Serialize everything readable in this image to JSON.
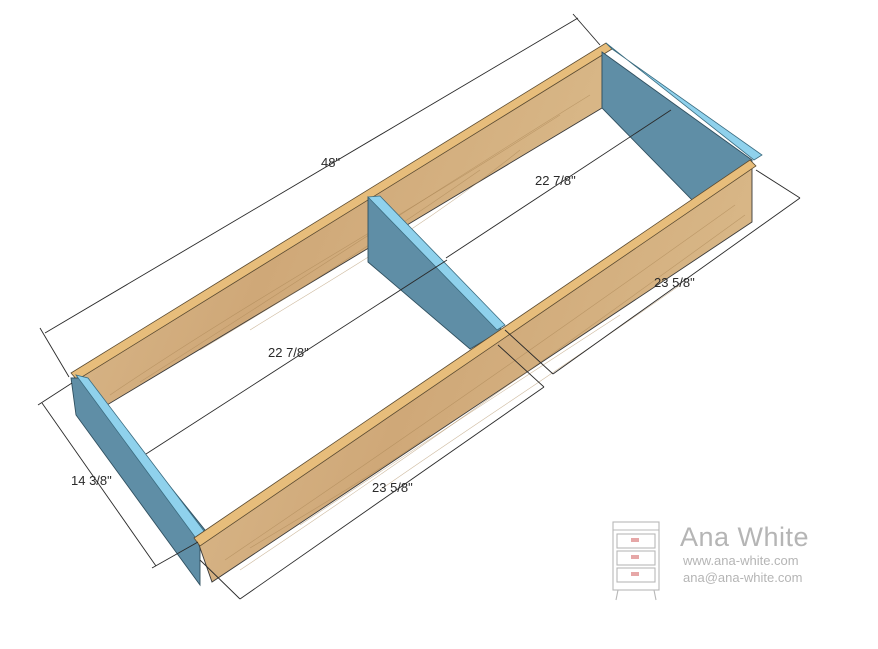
{
  "diagram": {
    "dimensions": {
      "overall_length": "48\"",
      "back_bay_depth": "22 7/8\"",
      "front_bay_depth": "22 7/8\"",
      "right_section_length": "23 5/8\"",
      "left_section_length": "23 5/8\"",
      "box_width": "14 3/8\""
    }
  },
  "watermark": {
    "title": "Ana White",
    "website": "www.ana-white.com",
    "email": "ana@ana-white.com"
  },
  "colors": {
    "wood": "#d6b487",
    "wood_edge": "#e7bd7b",
    "end_panel": "#5f8ea6",
    "end_panel_edge": "#8fd1ec"
  }
}
